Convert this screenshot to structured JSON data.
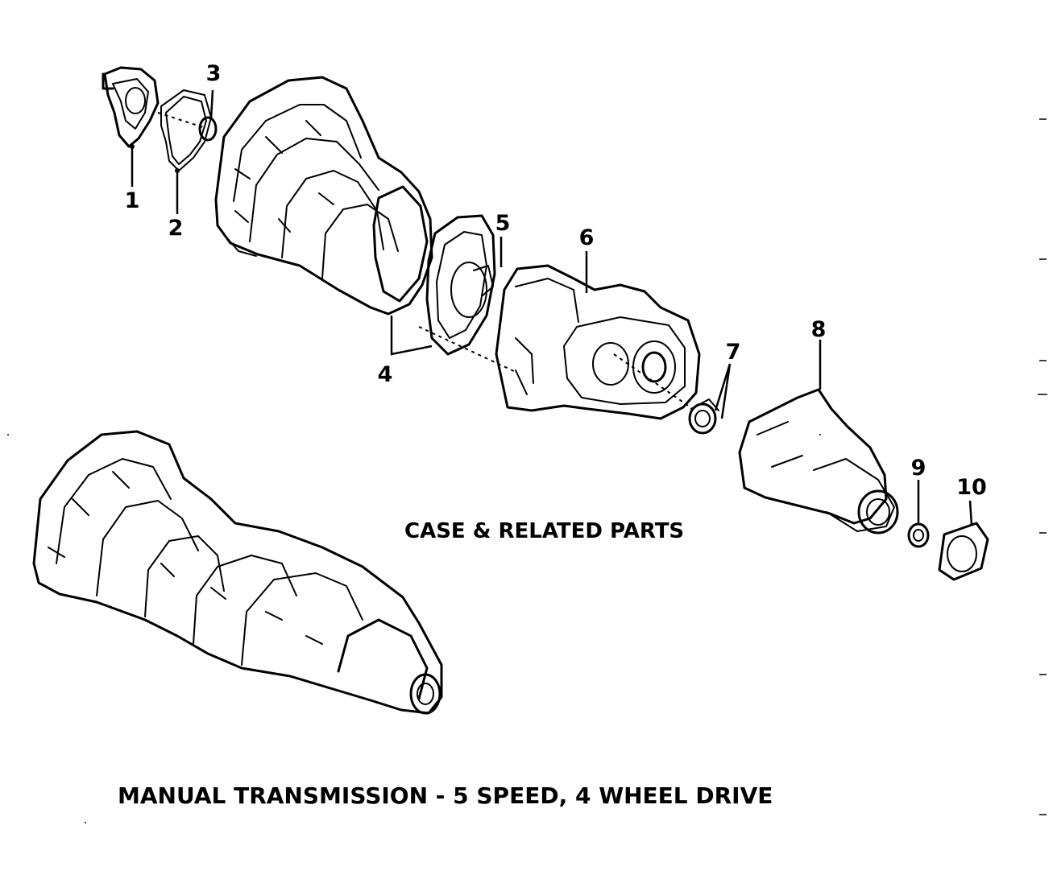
{
  "diagram": {
    "caption": "MANUAL TRANSMISSION - 5 SPEED, 4 WHEEL DRIVE",
    "section_label": "CASE & RELATED PARTS",
    "callouts": [
      "1",
      "2",
      "3",
      "4",
      "5",
      "6",
      "7",
      "8",
      "9",
      "10"
    ],
    "colors": {
      "ink": "#000000",
      "paper": "#ffffff"
    }
  }
}
